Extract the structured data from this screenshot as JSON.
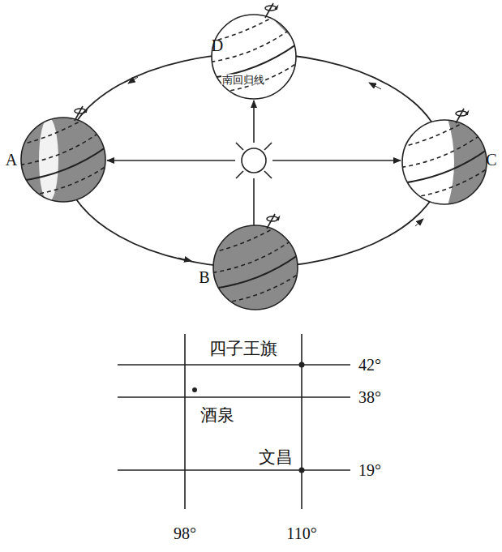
{
  "diagram": {
    "labels": [
      "D",
      "南回归线",
      "A",
      "C",
      "B",
      "四子王旗",
      "42°",
      "38°",
      "酒泉",
      "文昌",
      "19°",
      "98°",
      "110°"
    ]
  }
}
